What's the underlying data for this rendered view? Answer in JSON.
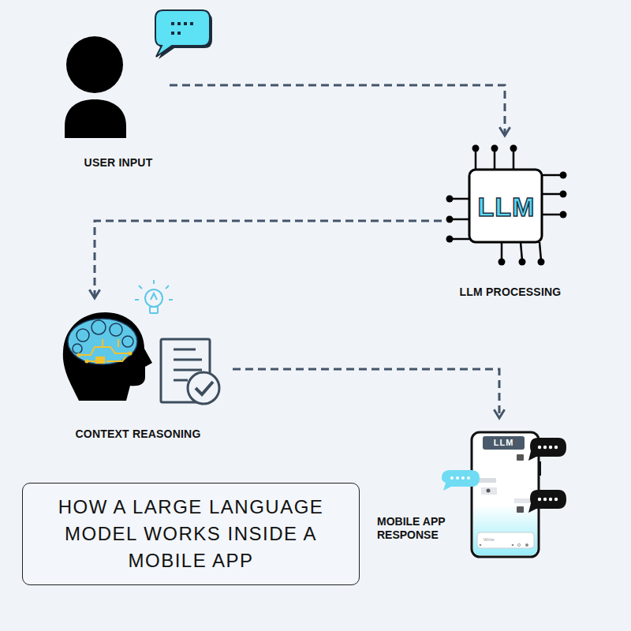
{
  "diagram": {
    "title": "HOW A LARGE LANGUAGE MODEL WORKS INSIDE A MOBILE APP",
    "nodes": [
      {
        "text": [
          "USER INPUT"
        ]
      },
      {
        "text": [
          "LLM",
          "LLM PROCESSING"
        ]
      },
      {
        "text": [
          "CONTEXT REASONING"
        ]
      },
      {
        "text": [
          "LLM",
          "Write",
          "MOBILE APP RESPONSE"
        ]
      }
    ],
    "edges": [
      {
        "from": 0,
        "to": 1,
        "arrow": "to"
      },
      {
        "from": 1,
        "to": 2,
        "arrow": "to"
      },
      {
        "from": 2,
        "to": 3,
        "arrow": "to"
      }
    ]
  }
}
